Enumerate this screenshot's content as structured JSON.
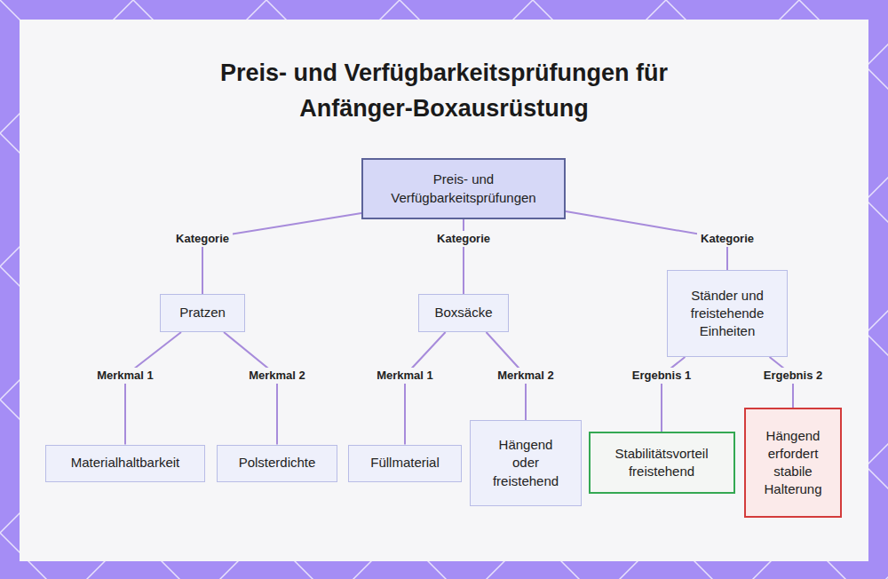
{
  "diagram": {
    "title": "Preis- und Verfügbarkeitsprüfungen für Anfänger-Boxausrüstung",
    "nodes": [
      {
        "text": [
          "Preis- und Verfügbarkeitsprüfungen"
        ]
      },
      {
        "text": [
          "Pratzen"
        ]
      },
      {
        "text": [
          "Boxsäcke"
        ]
      },
      {
        "text": [
          "Ständer und freistehende Einheiten"
        ]
      },
      {
        "text": [
          "Materialhaltbarkeit"
        ]
      },
      {
        "text": [
          "Polsterdichte"
        ]
      },
      {
        "text": [
          "Füllmaterial"
        ]
      },
      {
        "text": [
          "Hängend oder freistehend"
        ]
      },
      {
        "text": [
          "Stabilitätsvorteil freistehend"
        ]
      },
      {
        "text": [
          "Hängend erfordert stabile Halterung"
        ]
      }
    ],
    "edges": [
      {
        "from": 0,
        "to": 1,
        "label": "Kategorie",
        "arrow": "none"
      },
      {
        "from": 0,
        "to": 2,
        "label": "Kategorie",
        "arrow": "none"
      },
      {
        "from": 0,
        "to": 3,
        "label": "Kategorie",
        "arrow": "none"
      },
      {
        "from": 1,
        "to": 4,
        "label": "Merkmal 1",
        "arrow": "none"
      },
      {
        "from": 1,
        "to": 5,
        "label": "Merkmal 2",
        "arrow": "none"
      },
      {
        "from": 2,
        "to": 6,
        "label": "Merkmal 1",
        "arrow": "none"
      },
      {
        "from": 2,
        "to": 7,
        "label": "Merkmal 2",
        "arrow": "none"
      },
      {
        "from": 3,
        "to": 8,
        "label": "Ergebnis 1",
        "arrow": "none"
      },
      {
        "from": 3,
        "to": 9,
        "label": "Ergebnis 2",
        "arrow": "none"
      }
    ]
  }
}
